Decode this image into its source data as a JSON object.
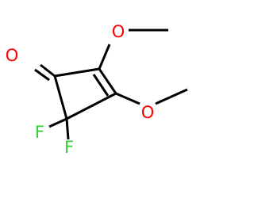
{
  "molecule": {
    "atoms": {
      "oxygen_carbonyl": {
        "symbol": "O",
        "color": "#ff0000"
      },
      "oxygen_methoxy_top": {
        "symbol": "O",
        "color": "#ff0000"
      },
      "oxygen_methoxy_right": {
        "symbol": "O",
        "color": "#ff0000"
      },
      "fluorine_left": {
        "symbol": "F",
        "color": "#33cc33"
      },
      "fluorine_bottom": {
        "symbol": "F",
        "color": "#33cc33"
      }
    },
    "bond_color": "#000000"
  }
}
